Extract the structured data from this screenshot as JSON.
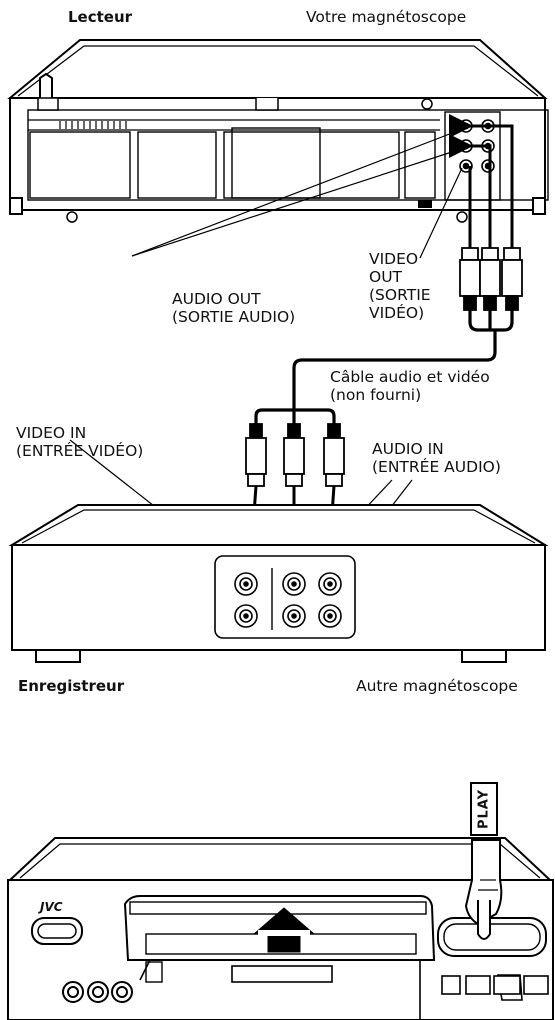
{
  "labels": {
    "player_title": "Lecteur",
    "your_vcr": "Votre magnétoscope",
    "audio_out": "AUDIO OUT\n(SORTIE AUDIO)",
    "video_out": "VIDEO\nOUT\n(SORTIE\nVIDÉO)",
    "cable": "Câble audio et vidéo\n(non fourni)",
    "video_in": "VIDEO IN\n(ENTRÉE VIDÉO)",
    "audio_in": "AUDIO IN\n(ENTRÉE AUDIO)",
    "recorder_title": "Enregistreur",
    "other_vcr": "Autre magnétoscope",
    "play_button": "PLAY",
    "brand": "JVC"
  }
}
